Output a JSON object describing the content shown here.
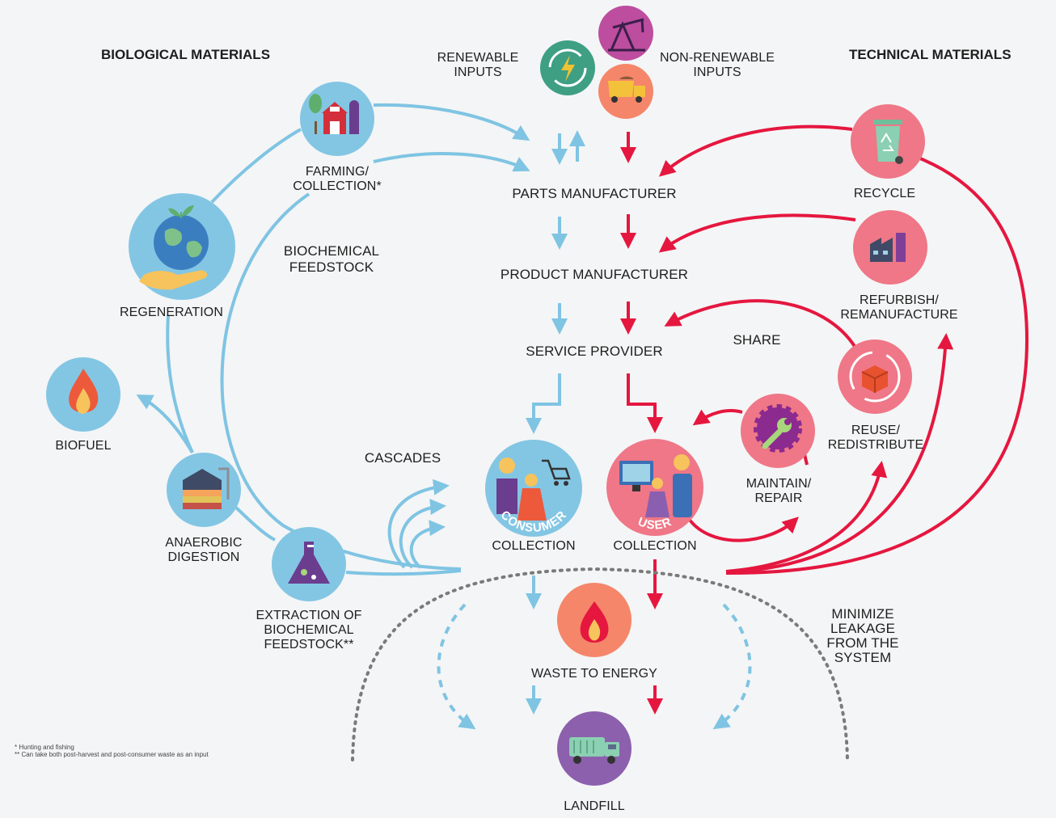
{
  "titles": {
    "biological": "BIOLOGICAL MATERIALS",
    "technical": "TECHNICAL MATERIALS"
  },
  "inputs": {
    "renewable": [
      "RENEWABLE",
      "INPUTS"
    ],
    "non_renewable": [
      "NON-RENEWABLE",
      "INPUTS"
    ]
  },
  "chain": {
    "parts": "PARTS MANUFACTURER",
    "product": "PRODUCT MANUFACTURER",
    "service": "SERVICE PROVIDER"
  },
  "biological_nodes": {
    "farming": [
      "FARMING/",
      "COLLECTION*"
    ],
    "regeneration": "REGENERATION",
    "biofuel": "BIOFUEL",
    "anaerobic": [
      "ANAEROBIC",
      "DIGESTION"
    ],
    "extraction": [
      "EXTRACTION OF",
      "BIOCHEMICAL",
      "FEEDSTOCK**"
    ],
    "feedstock": [
      "BIOCHEMICAL",
      "FEEDSTOCK"
    ],
    "cascades": "CASCADES"
  },
  "technical_nodes": {
    "recycle": "RECYCLE",
    "refurbish": [
      "REFURBISH/",
      "REMANUFACTURE"
    ],
    "share": "SHARE",
    "reuse": [
      "REUSE/",
      "REDISTRIBUTE"
    ],
    "maintain": [
      "MAINTAIN/",
      "REPAIR"
    ]
  },
  "collection": {
    "consumer_badge": "CONSUMER",
    "consumer_label": "COLLECTION",
    "user_badge": "USER",
    "user_label": "COLLECTION"
  },
  "end_of_life": {
    "waste": "WASTE TO ENERGY",
    "landfill": "LANDFILL",
    "leakage": [
      "MINIMIZE",
      "LEAKAGE",
      "FROM THE",
      "SYSTEM"
    ]
  },
  "footnotes": [
    "*  Hunting and fishing",
    "** Can take both post-harvest and post-consumer waste as an input"
  ],
  "colors": {
    "blue_flow": "#7fc4e3",
    "red_flow": "#e5173f",
    "node_blue": "#83c6e4",
    "node_pink": "#ef7787",
    "node_purple": "#8c60ad",
    "node_orange": "#f5866a",
    "node_green": "#3e9f83",
    "node_magenta": "#bd4d9f",
    "dotted": "#7a7a7a"
  },
  "icons": [
    "farm-icon",
    "earth-hand-icon",
    "flame-icon",
    "digester-icon",
    "flask-icon",
    "recycle-bin-icon",
    "factory-icon",
    "box-cycle-icon",
    "wrench-gear-icon",
    "energy-cycle-icon",
    "oil-pump-icon",
    "mining-truck-icon",
    "shoppers-icon",
    "computer-user-icon",
    "garbage-truck-icon"
  ]
}
